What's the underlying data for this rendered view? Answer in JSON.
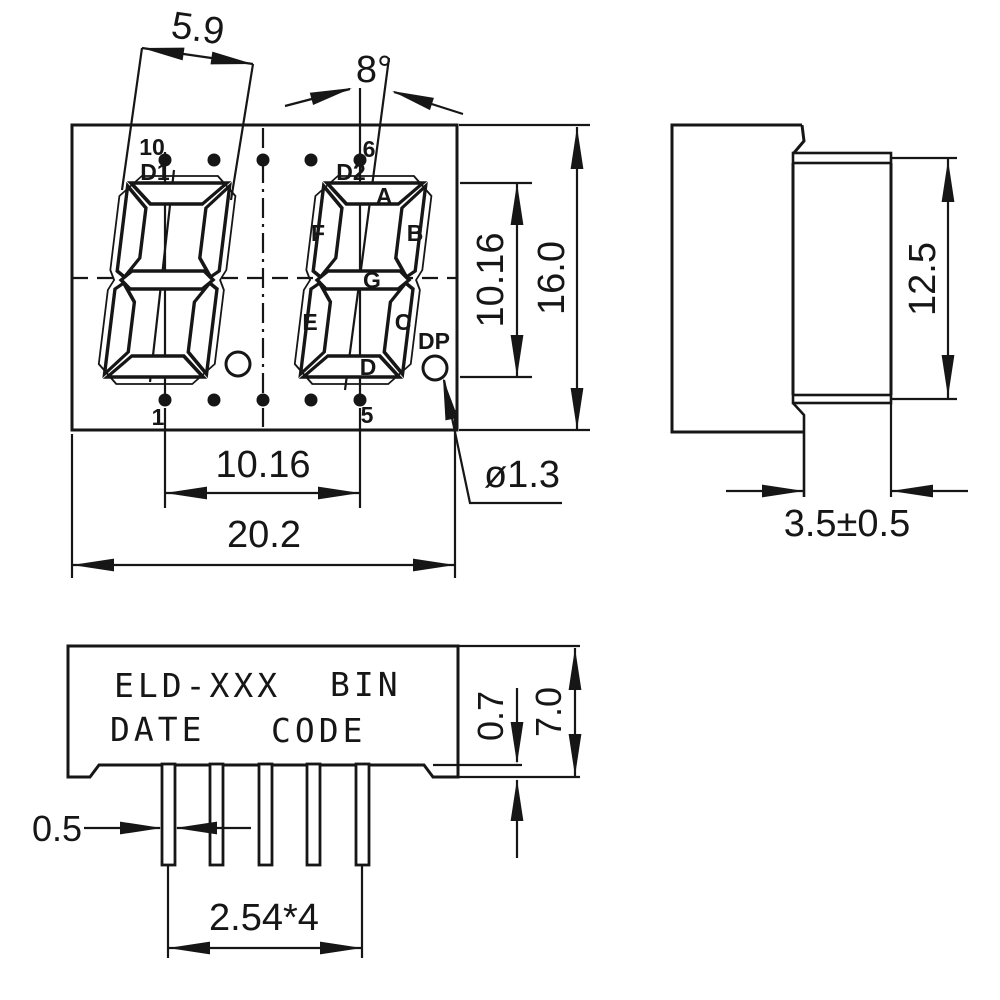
{
  "title": "Dual-digit 7-segment LED display outline drawing",
  "colors": {
    "ink": "#161616",
    "paper": "#ffffff"
  },
  "front_view": {
    "digit1_label": "D1",
    "digit2_label": "D2",
    "pin_top_left": "10",
    "pin_top_right": "6",
    "pin_bottom_left": "1",
    "pin_bottom_right": "5",
    "seg_a": "A",
    "seg_b": "B",
    "seg_c": "C",
    "seg_d": "D",
    "seg_e": "E",
    "seg_f": "F",
    "seg_g": "G",
    "seg_dp": "DP",
    "dim_digit_width": "5.9",
    "dim_tilt_angle": "8°",
    "dim_char_height": "10.16",
    "dim_body_height": "16.0",
    "dim_pin_span": "10.16",
    "dim_body_width": "20.2",
    "dim_dp_diameter": "ø1.3"
  },
  "side_view": {
    "dim_panel_height": "12.5",
    "dim_thickness": "3.5±0.5"
  },
  "bottom_view": {
    "marking_model": "ELD-XXX",
    "marking_bin": "BIN",
    "marking_date": "DATE",
    "marking_code": "CODE",
    "dim_standoff": "0.7",
    "dim_body_depth": "7.0",
    "dim_pin_width": "0.5",
    "dim_pin_pitch": "2.54*4"
  }
}
